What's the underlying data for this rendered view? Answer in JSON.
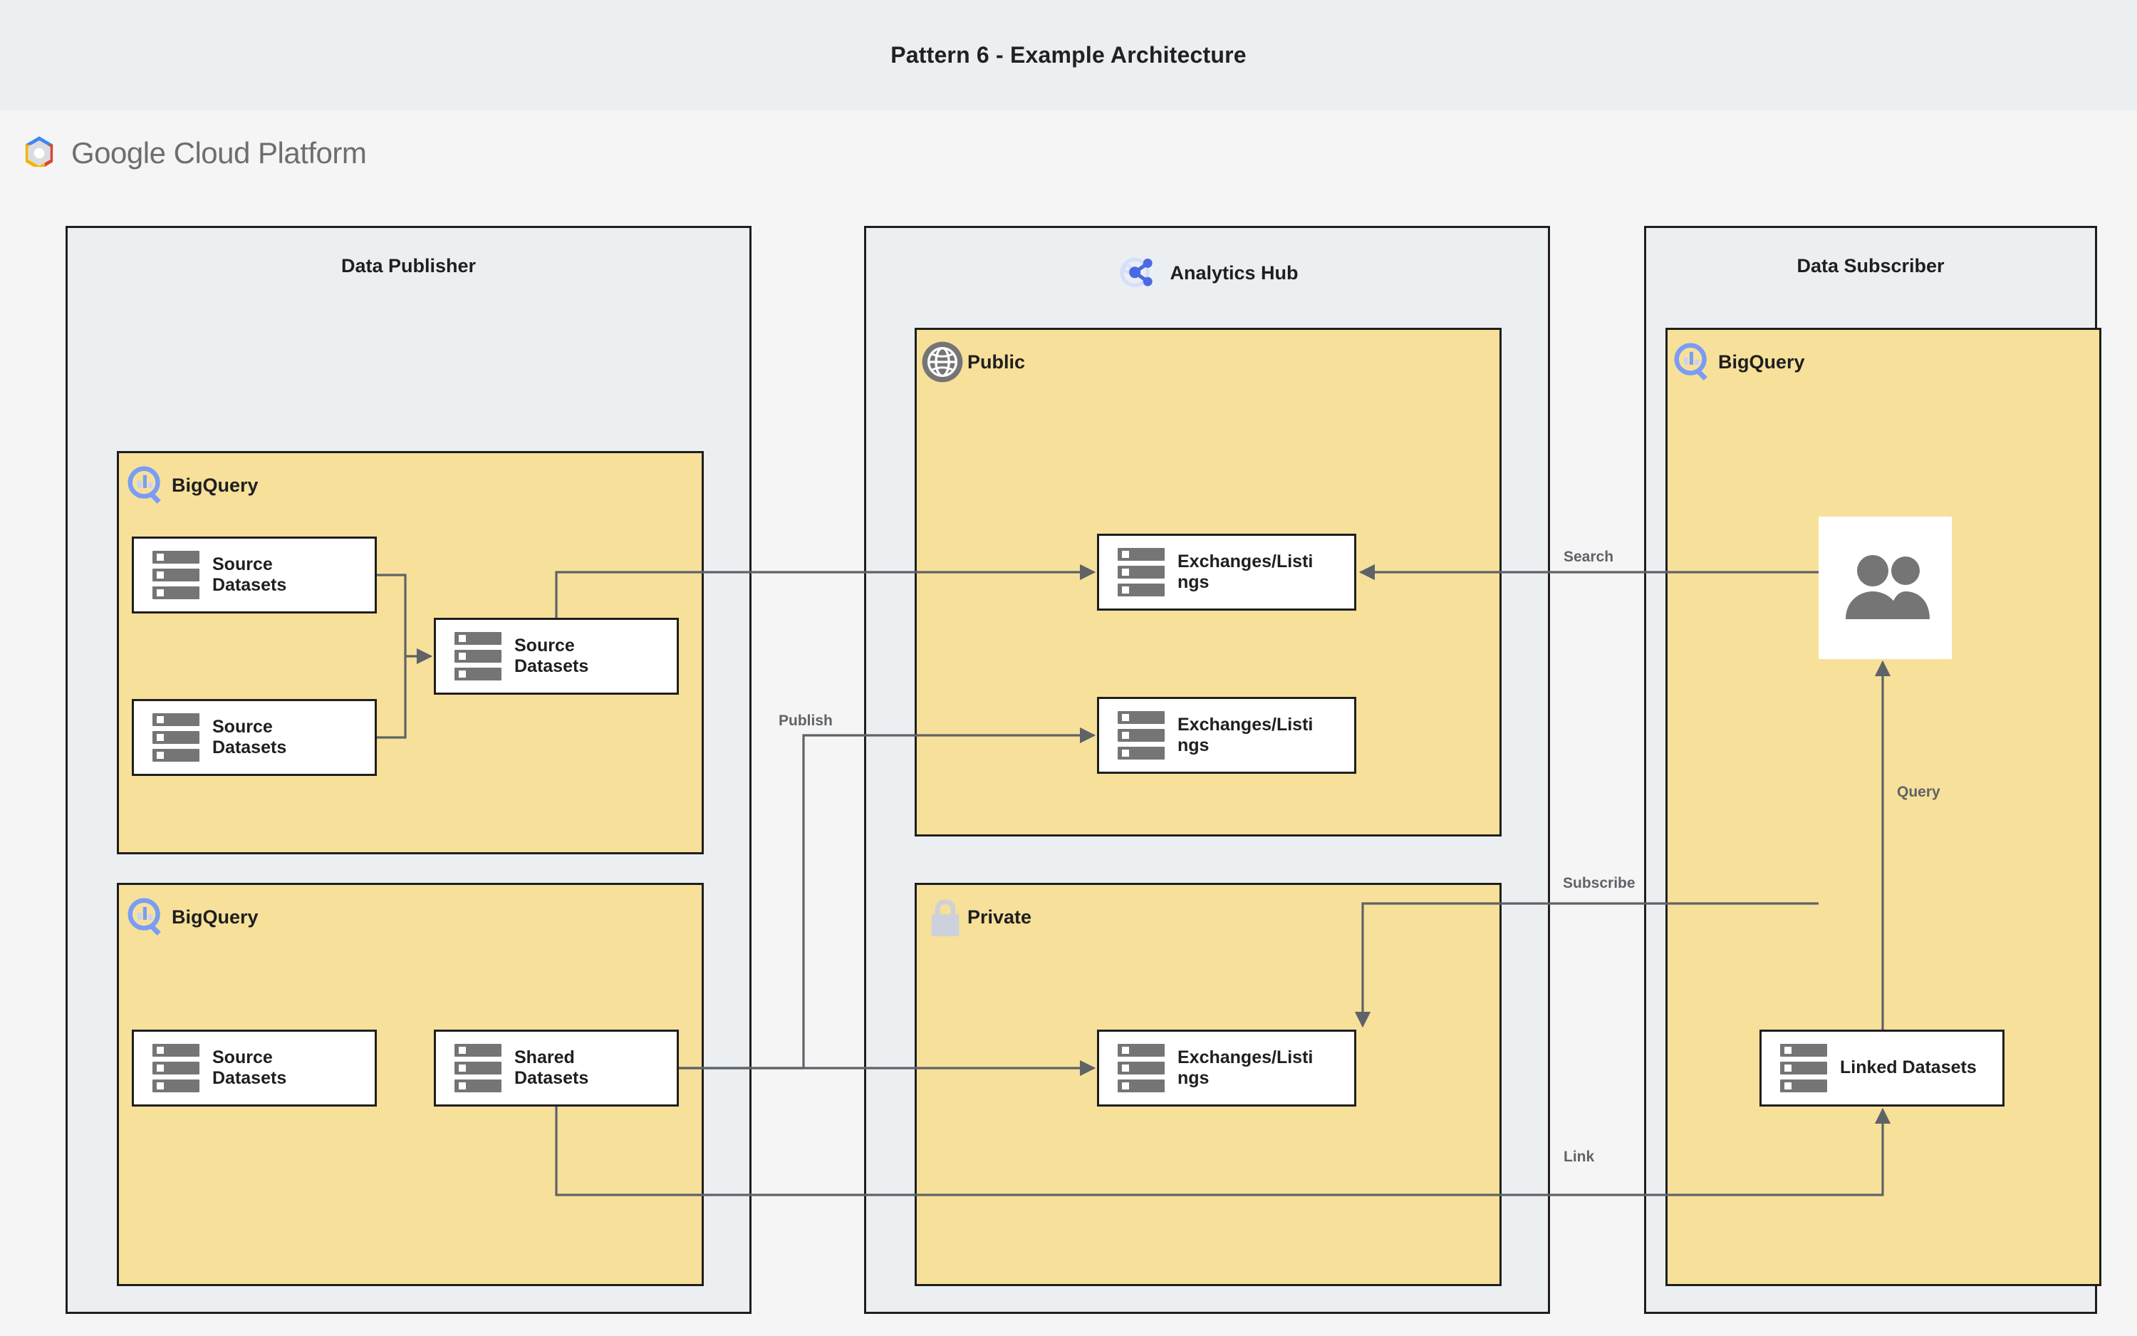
{
  "page": {
    "title": "Pattern 6 - Example Architecture",
    "background": "#f5f5f5",
    "title_band_color": "#eceff1"
  },
  "brand": {
    "logo_name": "google-cloud-platform-logo",
    "word_1": "Google",
    "word_2": "Cloud Platform",
    "colors": {
      "blue": "#4285f4",
      "red": "#db4437",
      "yellow": "#f4b400",
      "grey": "#dadce0",
      "text": "#6e6e6e"
    }
  },
  "palette": {
    "lane_fill": "#eceff1",
    "lane_stroke": "#1f1f1f",
    "group_fill": "#f7e09a",
    "group_stroke": "#1f1f1f",
    "node_fill": "#ffffff",
    "node_stroke": "#1f1f1f",
    "icon_grey": "#757575",
    "connector": "#5f6368",
    "bigquery_blue": "#7a9cf5",
    "analytics_hub_blue": "#4a69e2",
    "lock_grey": "#ccd1dc"
  },
  "lanes": [
    {
      "id": "data-publisher",
      "title": "Data Publisher",
      "icon": null
    },
    {
      "id": "analytics-hub",
      "title": "Analytics Hub",
      "icon": "analytics-hub-icon"
    },
    {
      "id": "data-subscriber",
      "title": "Data Subscriber",
      "icon": null
    }
  ],
  "groups": [
    {
      "id": "publisher-bigquery-top",
      "label": "BigQuery",
      "icon": "bigquery-icon"
    },
    {
      "id": "publisher-bigquery-bottom",
      "label": "BigQuery",
      "icon": "bigquery-icon"
    },
    {
      "id": "hub-public",
      "label": "Public",
      "icon": "globe-icon"
    },
    {
      "id": "hub-private",
      "label": "Private",
      "icon": "lock-icon"
    },
    {
      "id": "subscriber-bigquery",
      "label": "BigQuery",
      "icon": "bigquery-icon"
    }
  ],
  "nodes": [
    {
      "id": "pub-source-1",
      "label": "Source Datasets",
      "icon": "dataset-icon"
    },
    {
      "id": "pub-source-2",
      "label": "Source Datasets",
      "icon": "dataset-icon"
    },
    {
      "id": "pub-source-mid",
      "label": "Source Datasets",
      "icon": "dataset-icon"
    },
    {
      "id": "pub-source-3",
      "label": "Source Datasets",
      "icon": "dataset-icon"
    },
    {
      "id": "pub-shared",
      "label": "Shared Datasets",
      "icon": "dataset-icon"
    },
    {
      "id": "public-listing-1",
      "label": "Exchanges/Listings",
      "icon": "dataset-icon"
    },
    {
      "id": "public-listing-2",
      "label": "Exchanges/Listings",
      "icon": "dataset-icon"
    },
    {
      "id": "private-listing-1",
      "label": "Exchanges/Listings",
      "icon": "dataset-icon"
    },
    {
      "id": "sub-users",
      "label": "",
      "icon": "people-icon"
    },
    {
      "id": "sub-linked",
      "label": "Linked Datasets",
      "icon": "dataset-icon"
    }
  ],
  "connector_labels": [
    {
      "id": "publish",
      "text": "Publish"
    },
    {
      "id": "search",
      "text": "Search"
    },
    {
      "id": "query",
      "text": "Query"
    },
    {
      "id": "subscribe",
      "text": "Subscribe"
    },
    {
      "id": "link",
      "text": "Link"
    }
  ]
}
